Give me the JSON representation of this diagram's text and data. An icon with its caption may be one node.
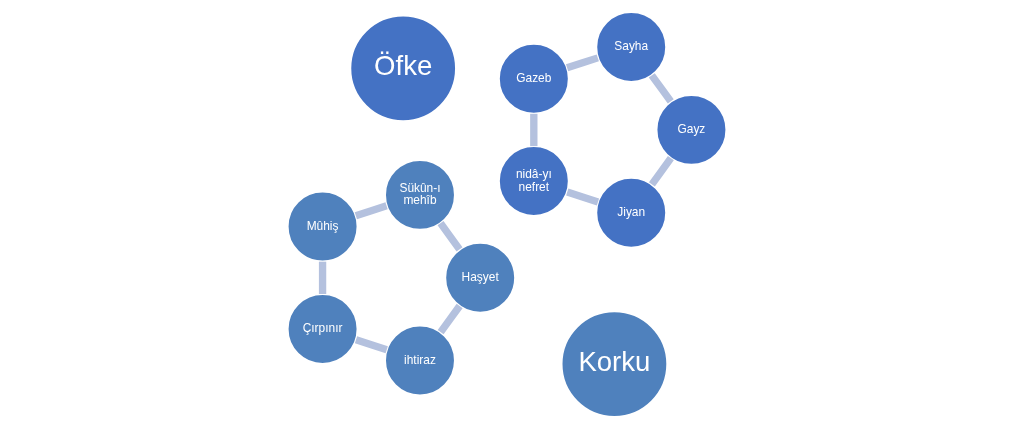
{
  "diagram": {
    "nodes": [
      {
        "text": [
          "Korku"
        ]
      },
      {
        "text": [
          "ihtiraz"
        ]
      },
      {
        "text": [
          "Çırpınır"
        ]
      },
      {
        "text": [
          "Mûhiş"
        ]
      },
      {
        "text": [
          "Sükûn-ı mehîb"
        ]
      },
      {
        "text": [
          "Haşyet"
        ]
      },
      {
        "text": [
          "Öfke"
        ]
      },
      {
        "text": [
          "Jiyan"
        ]
      },
      {
        "text": [
          "nidâ-yı nefret"
        ]
      },
      {
        "text": [
          "Gazeb"
        ]
      },
      {
        "text": [
          "Sayha"
        ]
      },
      {
        "text": [
          "Gayz"
        ]
      }
    ],
    "edges": [
      {
        "from": 1,
        "to": 2,
        "arrow": "none"
      },
      {
        "from": 2,
        "to": 3,
        "arrow": "none"
      },
      {
        "from": 3,
        "to": 4,
        "arrow": "none"
      },
      {
        "from": 4,
        "to": 5,
        "arrow": "none"
      },
      {
        "from": 5,
        "to": 1,
        "arrow": "none"
      },
      {
        "from": 7,
        "to": 8,
        "arrow": "none"
      },
      {
        "from": 8,
        "to": 9,
        "arrow": "none"
      },
      {
        "from": 9,
        "to": 10,
        "arrow": "none"
      },
      {
        "from": 10,
        "to": 11,
        "arrow": "none"
      },
      {
        "from": 11,
        "to": 7,
        "arrow": "none"
      }
    ]
  }
}
